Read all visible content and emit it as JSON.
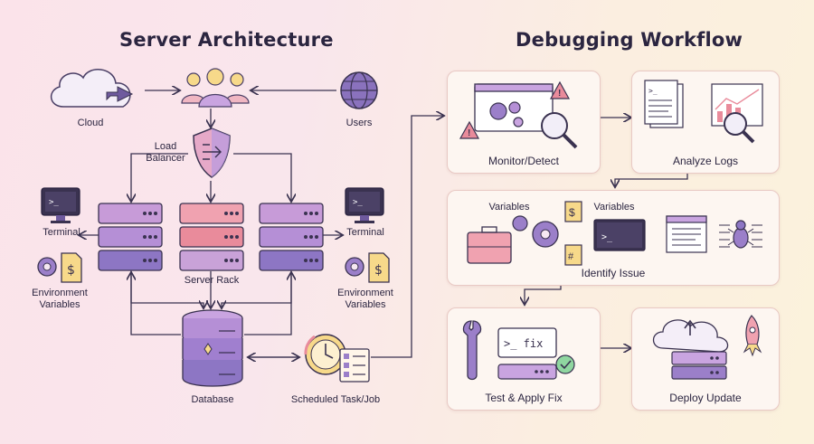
{
  "left": {
    "title": "Server Architecture",
    "nodes": {
      "cloud": "Cloud",
      "users": "Users",
      "load_balancer": "Load\nBalancer",
      "terminal_left": "Terminal",
      "terminal_right": "Terminal",
      "env_left": "Environment\nVariables",
      "env_right": "Environment\nVariables",
      "server_rack": "Server Rack",
      "database": "Database",
      "scheduled": "Scheduled Task/Job"
    }
  },
  "right": {
    "title": "Debugging Workflow",
    "steps": {
      "monitor": "Monitor/Detect",
      "analyze": "Analyze Logs",
      "identify": "Identify Issue",
      "variables_a": "Variables",
      "variables_b": "Variables",
      "test": "Test & Apply Fix",
      "deploy": "Deploy Update",
      "fix_cmd": ">_ fix"
    }
  },
  "colors": {
    "purple": "#9b7fc9",
    "pink": "#e98b9b",
    "dark": "#3a3250",
    "accent_yellow": "#f7d98a"
  }
}
